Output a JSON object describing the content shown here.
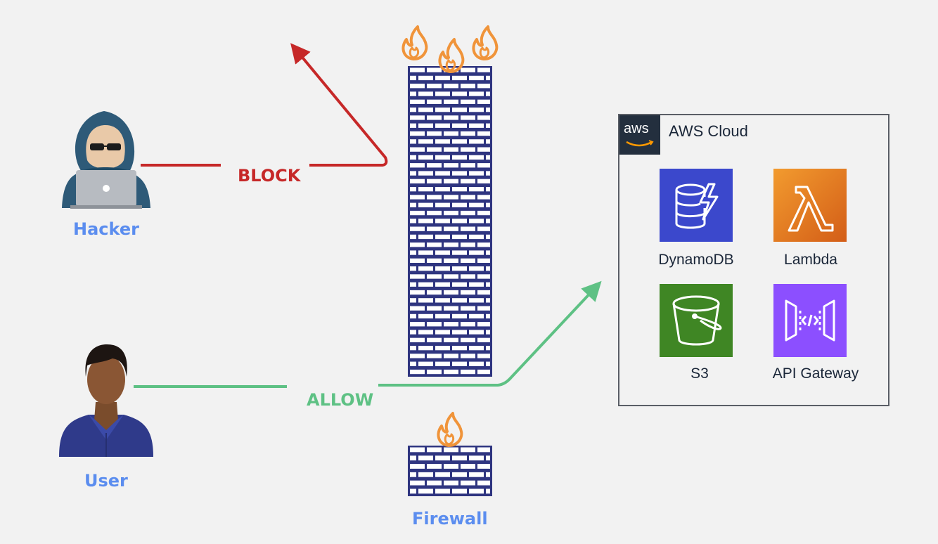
{
  "labels": {
    "hacker": "Hacker",
    "user": "User",
    "block": "BLOCK",
    "allow": "ALLOW",
    "firewall": "Firewall"
  },
  "aws": {
    "badge": "aws",
    "title": "AWS Cloud",
    "services": [
      {
        "name": "DynamoDB",
        "icon": "dynamodb-icon",
        "color": "#3b48cc"
      },
      {
        "name": "Lambda",
        "icon": "lambda-icon",
        "color": "#e8731f"
      },
      {
        "name": "S3",
        "icon": "s3-bucket-icon",
        "color": "#3f8624"
      },
      {
        "name": "API Gateway",
        "icon": "api-gateway-icon",
        "color": "#8c4fff"
      }
    ]
  },
  "colors": {
    "block": "#c62828",
    "allow": "#5ec184",
    "label_blue": "#5b8def",
    "wall": "#2f3580",
    "flame": "#f0943a"
  }
}
